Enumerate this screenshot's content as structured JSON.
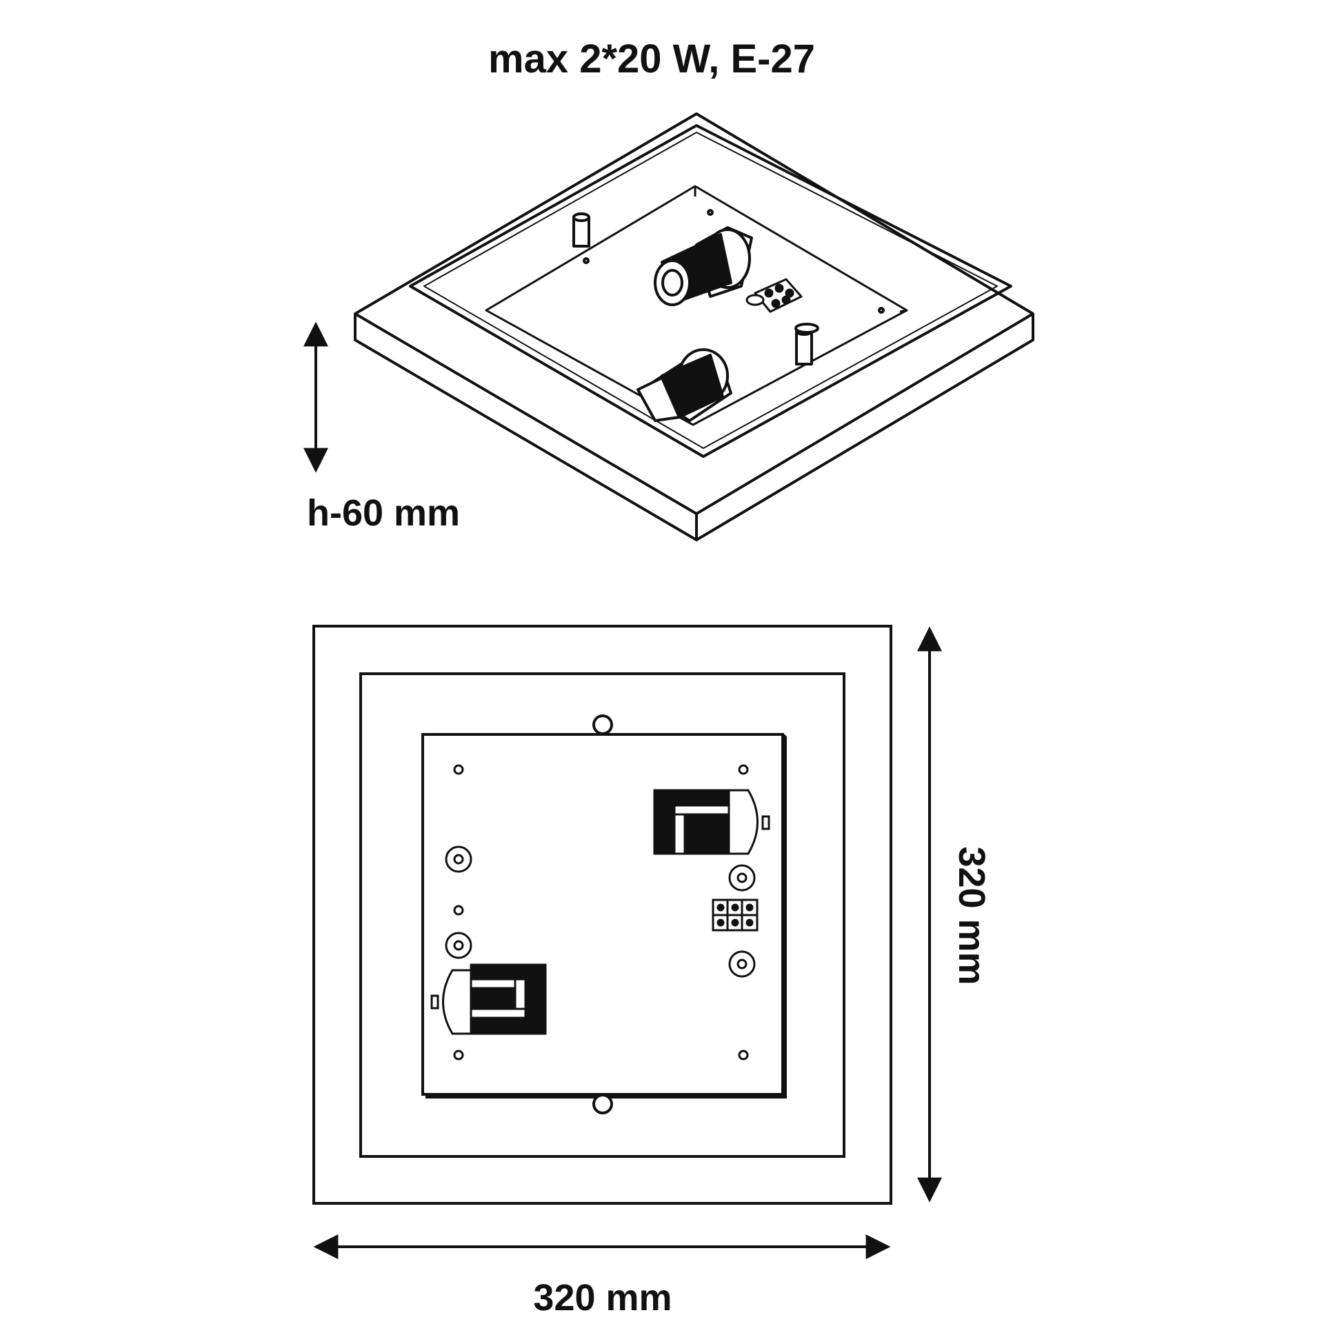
{
  "title": "max 2*20 W, E-27",
  "height_label": "h-60 mm",
  "width_label": "320 mm",
  "depth_label": "320 mm",
  "colors": {
    "line": "#111111",
    "background": "#ffffff"
  },
  "icons": [
    "double-arrow-icon",
    "lamp-socket-icon",
    "terminal-block-icon",
    "screw-hole-icon"
  ]
}
